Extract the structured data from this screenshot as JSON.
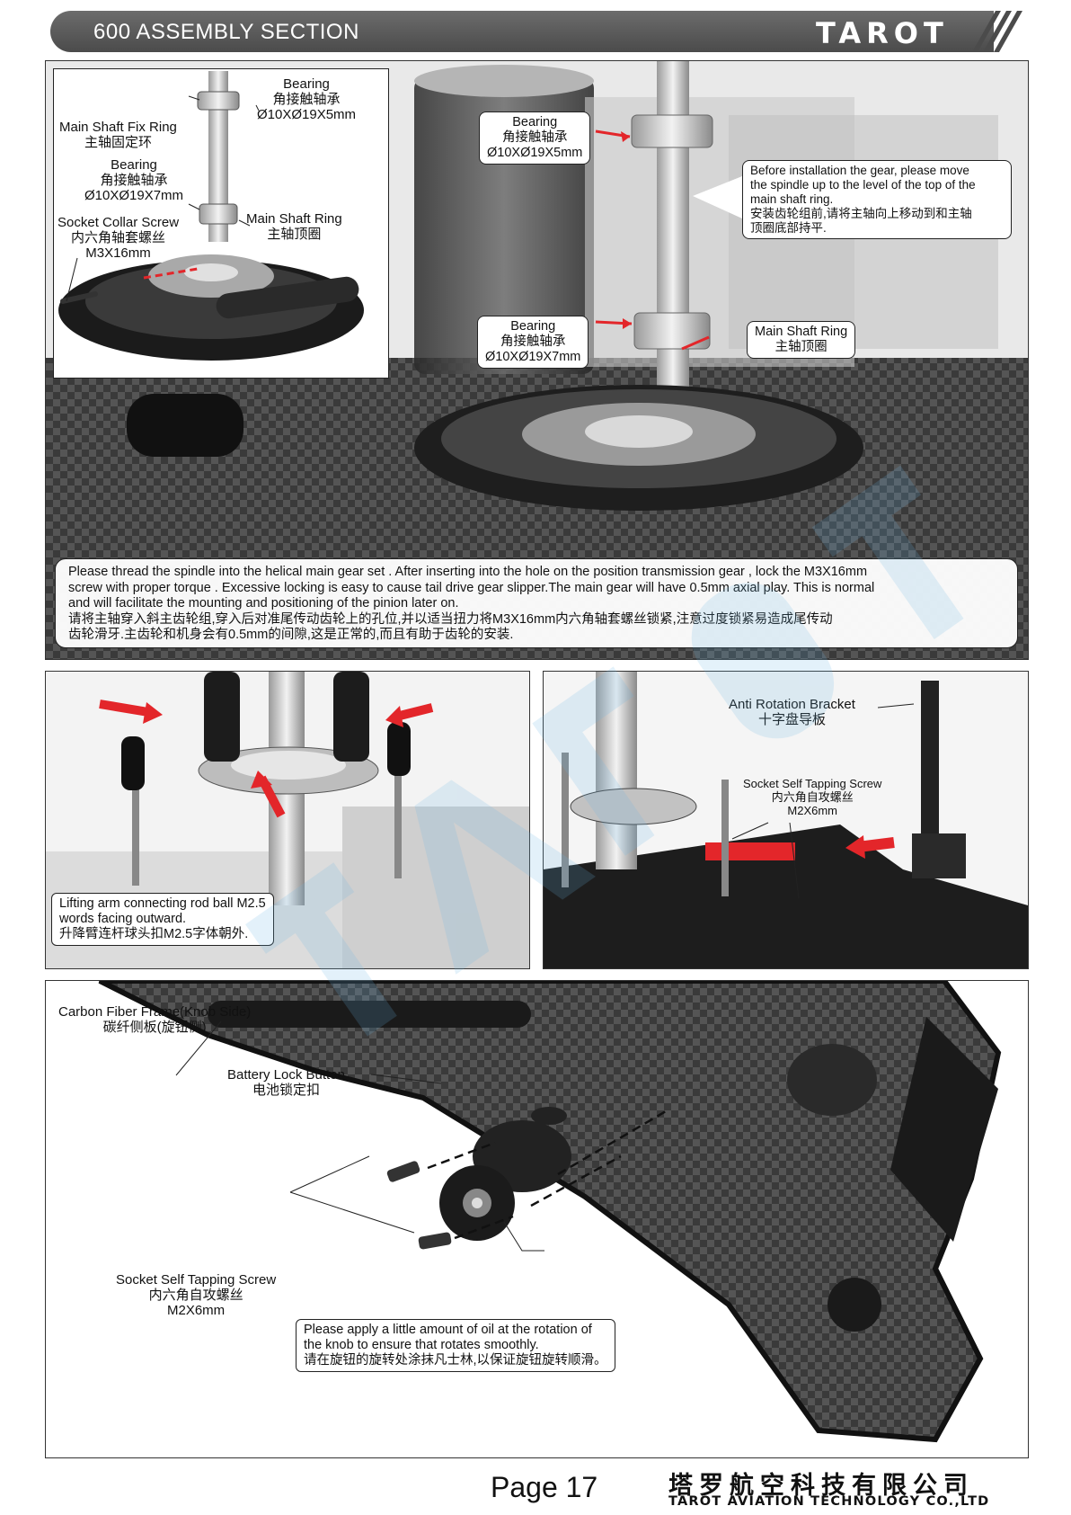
{
  "header": {
    "section_title": "600 ASSEMBLY SECTION",
    "brand_logo": "TAROT"
  },
  "top_panel": {
    "inset_labels": {
      "bearing_top": [
        "Bearing",
        "角接触轴承",
        "Ø10XØ19X5mm"
      ],
      "main_shaft_fix_ring": [
        "Main Shaft Fix Ring",
        "主轴固定环"
      ],
      "bearing_lower": [
        "Bearing",
        "角接触轴承",
        "Ø10XØ19X7mm"
      ],
      "socket_collar_screw": [
        "Socket Collar Screw",
        "内六角轴套螺丝",
        "M3X16mm"
      ],
      "main_shaft_ring": [
        "Main Shaft Ring",
        "主轴顶圈"
      ]
    },
    "callouts": {
      "bearing_upper": [
        "Bearing",
        "角接触轴承",
        "Ø10XØ19X5mm"
      ],
      "bearing_lower": [
        "Bearing",
        "角接触轴承",
        "Ø10XØ19X7mm"
      ],
      "main_shaft_ring": [
        "Main Shaft Ring",
        "主轴顶圈"
      ],
      "install_note": [
        "Before installation the gear, please move",
        "the spindle up to the level of the top of the",
        "main shaft ring.",
        "安装齿轮组前,请将主轴向上移动到和主轴",
        "顶圈底部持平."
      ]
    },
    "instruction": [
      "Please thread the spindle into the helical main gear set . After inserting into the hole on the position transmission gear , lock the M3X16mm",
      "screw with proper torque . Excessive locking is easy to cause tail drive gear slipper.The main gear will have 0.5mm axial play. This is normal",
      "and will facilitate  the  mounting  and  positioning  of  the  pinion  later  on.",
      "请将主轴穿入斜主齿轮组,穿入后对准尾传动齿轮上的孔位,并以适当扭力将M3X16mm内六角轴套螺丝锁紧,注意过度锁紧易造成尾传动",
      "齿轮滑牙.主齿轮和机身会有0.5mm的间隙,这是正常的,而且有助于齿轮的安装."
    ]
  },
  "mid_left_panel": {
    "note": [
      "Lifting arm connecting rod ball M2.5",
      "words facing outward.",
      "升降臂连杆球头扣M2.5字体朝外."
    ]
  },
  "mid_right_panel": {
    "anti_rotation_bracket": [
      "Anti  Rotation  Bracket",
      "十字盘导板"
    ],
    "socket_self_tapping_screw": [
      "Socket Self Tapping Screw",
      "内六角自攻螺丝",
      "M2X6mm"
    ]
  },
  "bottom_panel": {
    "carbon_fiber_frame": [
      "Carbon Fiber Frame(Knob Side)",
      "碳纤侧板(旋钮侧)"
    ],
    "battery_lock_button": [
      "Battery Lock Button",
      "电池锁定扣"
    ],
    "socket_self_tapping_screw": [
      "Socket Self Tapping Screw",
      "内六角自攻螺丝",
      "M2X6mm"
    ],
    "oil_note": [
      "Please apply a little amount of oil at the rotation of",
      "the knob to ensure that rotates smoothly.",
      "请在旋钮的旋转处涂抹凡士林,以保证旋钮旋转顺滑。"
    ]
  },
  "footer": {
    "page_label": "Page 17",
    "company_cn": "塔罗航空科技有限公司",
    "company_en": "TAROT AVIATION TECHNOLOGY CO.,LTD"
  },
  "colors": {
    "accent_red": "#e3262a",
    "header_gray": "#5a5a5a",
    "watermark_blue": "#6bb6e6"
  }
}
